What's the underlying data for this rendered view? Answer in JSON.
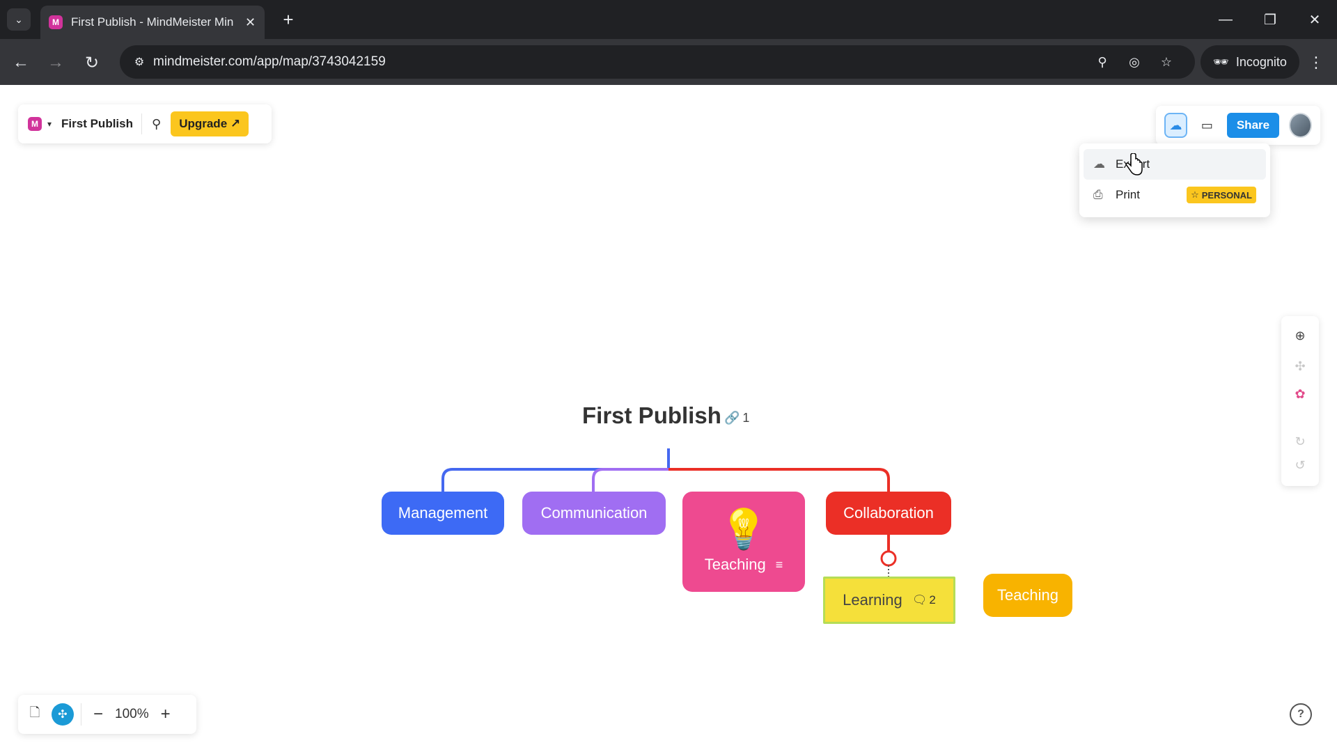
{
  "browser": {
    "tab_title": "First Publish - MindMeister Min",
    "tab_favicon": "M",
    "url": "mindmeister.com/app/map/3743042159",
    "incognito_label": "Incognito"
  },
  "app": {
    "logo_letter": "M",
    "map_title": "First Publish",
    "upgrade_label": "Upgrade ↗",
    "share_label": "Share"
  },
  "export_menu": {
    "items": [
      {
        "label": "Export",
        "icon": "cloud-upload-icon"
      },
      {
        "label": "Print",
        "icon": "printer-icon",
        "badge": "PERSONAL"
      }
    ]
  },
  "map": {
    "root": "First Publish",
    "root_link_count": "1",
    "nodes": [
      {
        "label": "Management",
        "color": "#3d6af5"
      },
      {
        "label": "Communication",
        "color": "#a06ef2"
      },
      {
        "label": "Teaching",
        "color": "#ee4a90"
      },
      {
        "label": "Collaboration",
        "color": "#eb2f26"
      },
      {
        "label": "Learning",
        "color": "#f5e03a",
        "comment_count": "2"
      },
      {
        "label": "Teaching",
        "color": "#f8b300"
      }
    ]
  },
  "zoom": {
    "value": "100%"
  },
  "colors": {
    "accent": "#1b8ee8",
    "upgrade": "#fbc61e",
    "logo": "#d1339b"
  }
}
